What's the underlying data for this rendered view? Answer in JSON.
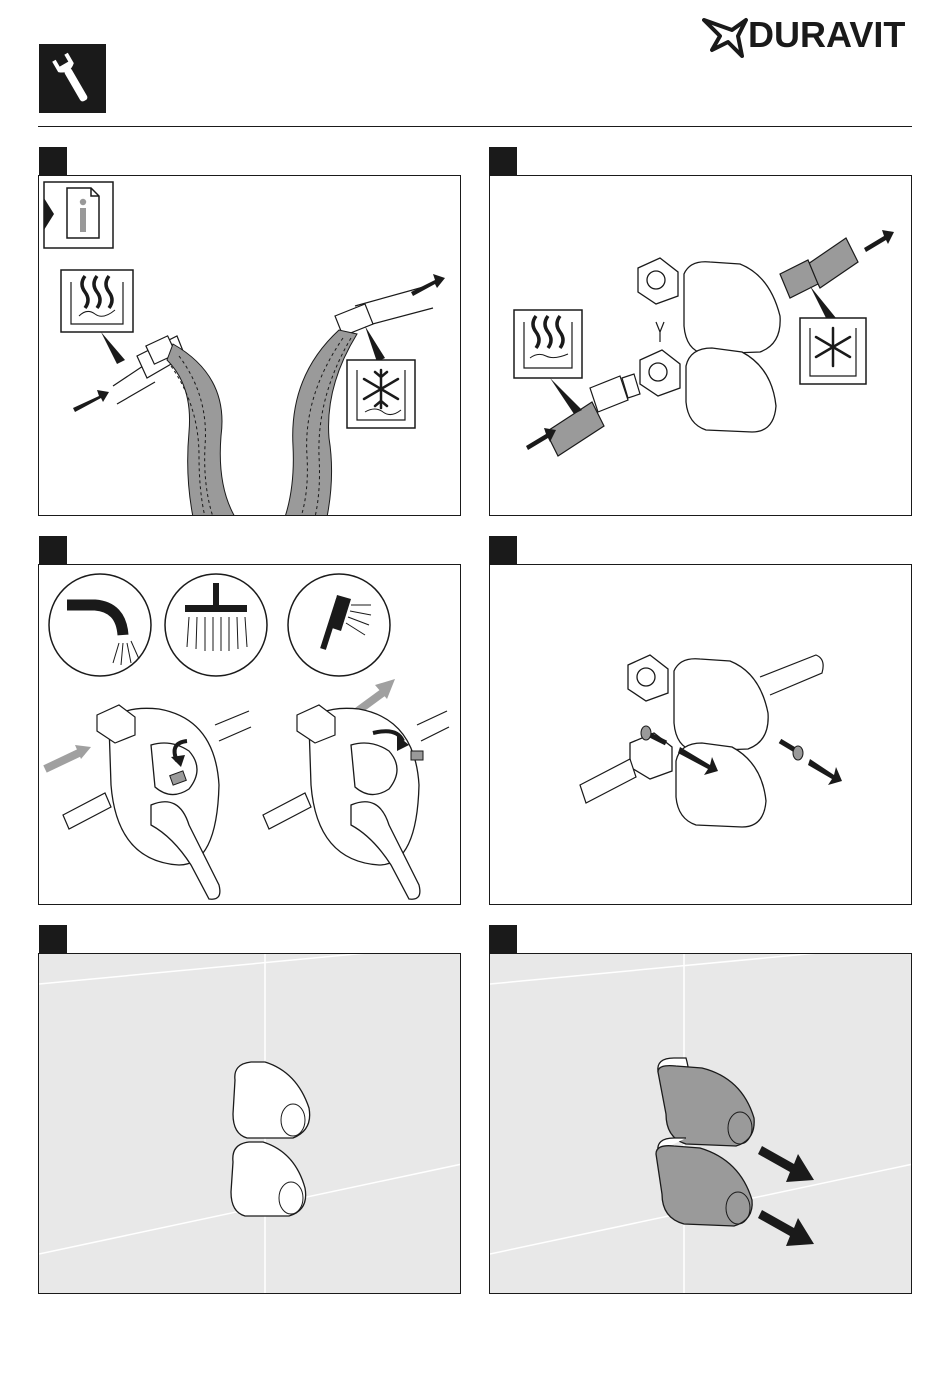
{
  "brand": {
    "name": "DURAVIT"
  },
  "icons": {
    "header": "wrench-icon",
    "info": "info-document-icon",
    "hot": "hot-water-icon",
    "cold": "cold-water-snowflake-icon",
    "spout": "bath-spout-icon",
    "overhead": "overhead-shower-icon",
    "hand": "hand-shower-icon"
  },
  "colors": {
    "ink": "#1a1a1a",
    "fill_grey": "#9a9a9a",
    "wall_grey": "#e8e8e8",
    "arrow_grey": "#a0a0a0"
  },
  "steps": [
    {
      "id": 1,
      "content": "flush-pipes"
    },
    {
      "id": 2,
      "content": "connect-hot-cold"
    },
    {
      "id": 3,
      "content": "select-outlets"
    },
    {
      "id": 4,
      "content": "insert-screws"
    },
    {
      "id": 5,
      "content": "wall-caps-installed"
    },
    {
      "id": 6,
      "content": "remove-caps"
    }
  ]
}
